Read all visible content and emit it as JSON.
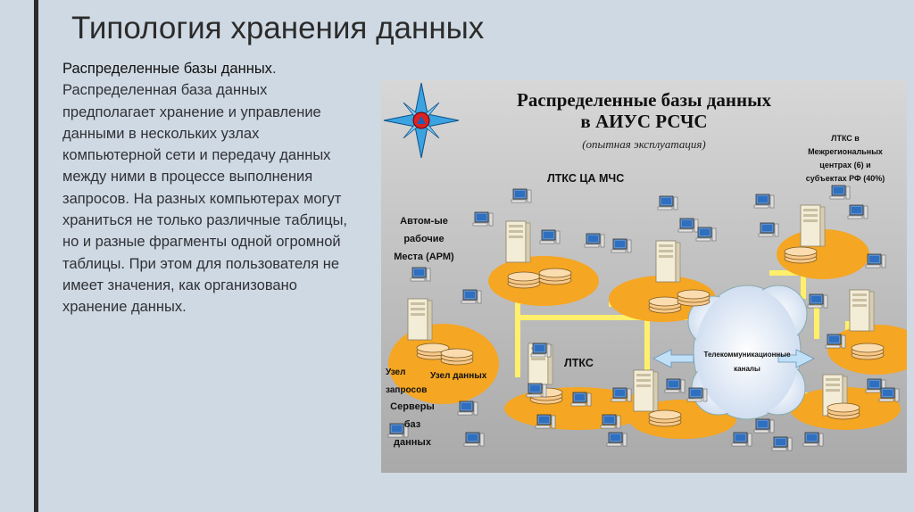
{
  "slide": {
    "title": "Типология хранения данных",
    "subtitle": "Распределенные базы данных",
    "body": "Распределенная база данных предполагает хранение и управление данными в нескольких узлах компьютерной сети и передачу данных между ними в процессе выполнения запросов. На разных компьютерах могут храниться не только различные таблицы, но и разные фрагменты одной огромной таблицы. При этом для пользователя не имеет значения, как организовано хранение данных."
  },
  "figure": {
    "title_line1": "Распределенные базы данных",
    "title_line2": "в АИУС РСЧС",
    "subtitle": "(опытная эксплуатация)",
    "label_center": "ЛТКС ЦА МЧС",
    "label_regional_1": "ЛТКС в",
    "label_regional_2": "Межрегиональных",
    "label_regional_3": "центрах (6) и",
    "label_regional_4": "субъектах РФ (40%)",
    "label_arm_1": "Автом-ые",
    "label_arm_2": "рабочие",
    "label_arm_3": "Места (АРМ)",
    "label_ltks": "ЛТКС",
    "label_query_node_1": "Узел",
    "label_query_node_2": "запросов",
    "label_data_node": "Узел данных",
    "label_servers_1": "Серверы",
    "label_servers_2": "баз",
    "label_servers_3": "данных",
    "label_cloud_1": "Телекоммуникационные",
    "label_cloud_2": "каналы",
    "colors": {
      "node": "#f5a623",
      "link": "#ffef6b",
      "cloud": "#ffffff",
      "server": "#f3ecd6",
      "star": "#3aa3e0"
    }
  }
}
